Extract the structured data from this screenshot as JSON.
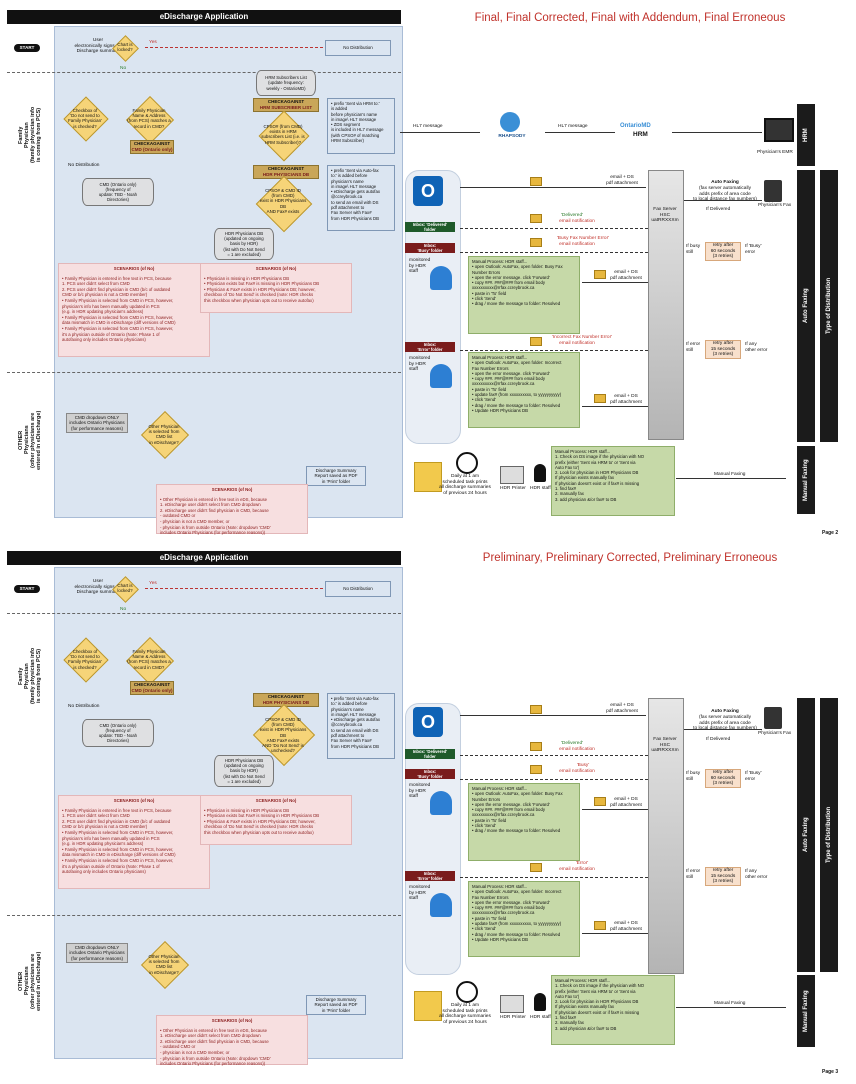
{
  "pages": [
    {
      "header": "eDischarge Application",
      "title": "Final, Final Corrected, Final with Addendum, Final Erroneous",
      "page_no": "Page 2",
      "variant": "final",
      "start": "START",
      "signs": "User\nelectronically signs-off\nDischarge summary",
      "chart_q": "Chart is\nlocked?",
      "no_dist": "No Distribution",
      "yes": "Yes",
      "no": "No",
      "family_label": "Family\nPhysician\n(family physician info\nis coming from PCS)",
      "other_label": "OTHER\nPhysicians\n(other physicians are\nentered in eDischarge)",
      "checkbox_q": "Checkbox of\n'Do not send to\nFamily Physician'\nis checked?",
      "name_q": "Family Physician\nName & Address\n(from PCS) matches a\nrecord in CMD?",
      "checkagainst": "CHECKAGAINST",
      "cmd_only": "CMD (Ontario only)",
      "cmd_cyl": "CMD (Ontario only)\n(frequency of\nupdate: TBD - Noah\nDirectories)",
      "hrm_list": "HRM Subscribers List\n(update frequency:\nweekly - OntarioMD)",
      "hrm_sub": "HRM SUBSCRIBER LIST",
      "cpso_q": "CPSO# (from CMD)\nexists in HRM\nsubscribers List (i.e. is\nHRM Subscriber)?",
      "hrm_note": "• prefix 'Sent via HRM to:'\n  is added\n  before physician's name\n  in image\\ HL7 message\n• ZDS segment\n  is included in HL7 message\n  (with CPSO# of matching\n  HRM Subscriber)",
      "hdr_db": "HDR PHYSICIANS DB",
      "cpso_fax_q": "CPSO# & CMD ID\n(from CMD)\nexist in HDR Physicians\nDB\nAND Fax# exists",
      "fax_note": "• prefix 'Sent via Auto-fax\n  to:' is added before\n  physician's name\n  in image\\ HL7 message\n• eDischarge gets autofax\n  @ccreybrook.ca\n  to send an email with DS\n  pdf attachment to\n  Fax Server with Fax#\n  from HDR Physicians DB",
      "hdr_cyl": "HDR Physicians DB\n(updated on ongoing\nbasis by HDR)\n(list with Do Not Send\n= 1 are excluded)",
      "scen1_title": "SCENARIOS (of No)",
      "scen1": "• Family Physician is entered in free text in PCS, because\n  1. PCS user didn't select from CMD\n  2. PCS user didn't find physician in CMD (b/c of outdated\n     CMD or b/c  physician is not a CMD member)\n• Family Physician is selected from CMD in PCS, however,\n  physician's info has been manually updated in PCS\n  (e.g. in HDR updating physician's address)\n• Family Physician is selected from CMD in PCS, however,\n  data mismatch in CMD in eDischarge (diff versions of CMD)\n• Family Physician is selected from CMD in PCS, however,\n  it's a physician outside of Ontario (Note: Phase 1 of\n  autofaxing only includes Ontario physicians)",
      "scen2_title": "SCENARIOS (of No)",
      "scen2": "• Physician is missing in HDR Physicians DB\n• Physician exists but Fax# is missing in HDR Physicians DB\n• Physician & Fax# exists in HDR Physicians DB; however,\n  checkbox of 'Do Not Send' is checked (note: HDR checks\n  this checkbox when  physician opts out to receive autofax)",
      "cmd_dropdown": "CMD dropdown ONLY\nincludes Ontario Physicians\n(for performance reasons)",
      "other_q": "Other Physician\nis selected from\nCMD list\nin eDischarge?",
      "scen3_title": "SCENARIOS (of No)",
      "scen3": "• Other Physician is entered in free text in eDS, because\n  1. eDischarge user didn't select from CMD dropdown\n  2. eDischarge user didn't find physician in CMD, because\n     - outdated CMD or\n     - physician is not a CMD member, or\n     - physician is from outside Ontario (Note: dropdown 'CMD'\n       includes Ontario Physicians (for performance reasons))",
      "ds_report": "Discharge Summary\nReport saved as PDF\nin 'Print' folder",
      "daily": "Daily at 1 am\nscheduled task prints\nall discharge  summaries\nof previous 24 hours",
      "hdr_printer": "HDR Printer",
      "hdr_staff": "HDR staff",
      "manual_print": "Manual Process: HDR staff...\n1. Check on DS image if the  physician with NO\n   prefix (either 'Sent via HRM to' or 'Sent via\n   Auto Fax to')\n2. Look for physician in HDR Physicians DB\n   If physician exists manually fax\n   If physician doesn't exist or if fax# is missing\n   1. find fax#\n   2. manually fax\n   3. add physician &/or fax# to DB",
      "hl7_1": "HL7 message",
      "hl7_2": "HL7 message",
      "rhapsody": "RHAPSODY",
      "omd": "OntarioMD",
      "hrm": "HRM",
      "emr": "Physician's EMR",
      "email_ds": "email + DS\npdf attachment",
      "fax_server": "Fax Server\nHSC\nuatRRXXXm",
      "auto_faxing_lbl": "Auto Faxing",
      "auto_faxing_desc": "(fax server automatically\nadds prefix of area code\nto local distance fax numbers)",
      "physician_fax": "Physician's Fax",
      "if_delivered": "If Delivered",
      "if_busy": "If busy\nstill",
      "retry1": "retry after\n60 seconds\n(3 retries)",
      "if_busy2": "If 'Busy'\nerror",
      "delivered": "'Delivered'",
      "notif1": "email notification",
      "busy_err": "'Busy Fax Number Error'",
      "notif2": "email notification",
      "inbox_deliv": "Inbox: 'Delivered'\nfolder",
      "inbox_busy": "Inbox:\n'Busy' folder",
      "inbox_err": "Inbox:\n'Error' folder",
      "monitored": "monitored\nby HDR\nstaff",
      "manual_busy": "Manual Process: HDR staff...\n• open Outlook: AutoFax, open folder: Busy Fax\n  Number Errors\n• open the error message. click 'Forward'\n• copy ###. ###@### from email body\n  xxxxxxxxxx@rrfax.ccreybrook.ca\n• paste in 'To' field\n• click 'Send'\n• drag / move the message to folder: Resolved",
      "email_ds2": "email + DS\npdf attachment",
      "incorrect_err": "'Incorrect Fax Number Error'",
      "notif3": "email notification",
      "if_error": "If error\nstill",
      "retry2": "retry after\n15 seconds\n(3 retries)",
      "if_any": "If any\nother error",
      "manual_err": "Manual Process: HDR staff...\n• open Outlook: AutoFax, open folder: Incorrect\n  Fax Number Errors\n• open the error message. click 'Forward'\n• copy ###. ###@### from email body\n  xxxxxxxxxx@rrfax.ccreybrook.ca\n• paste in 'To' field\n• update fax# (from xxxxxxxxxx, to yyyyyyyyyy)\n• click 'Send'\n• drag / move the message to folder: Resolved\n• Update HDR Physicians DB",
      "email_ds3": "email + DS\npdf attachment",
      "manual_faxing_lbl": "Manual Faxing",
      "side_hrm": "HRM",
      "side_auto": "Auto Faxing",
      "side_manual": "Manual Faxing",
      "type_of_dist": "Type of Distribution"
    },
    {
      "header": "eDischarge Application",
      "title": "Preliminary, Preliminary Corrected, Preliminary Erroneous",
      "page_no": "Page 3",
      "variant": "prelim",
      "start": "START",
      "signs": "User\nelectronically signs-off\nDischarge summary",
      "chart_q": "Chart is\nlocked?",
      "no_dist": "No Distribution",
      "yes": "Yes",
      "no": "No",
      "family_label": "Family\nPhysician\n(family physician info\nis coming from PCS)",
      "other_label": "OTHER\nPhysicians\n(other physicians are\nentered in eDischarge)",
      "checkbox_q": "Checkbox of\n'Do not send to\nFamily Physician'\nis checked?",
      "name_q": "Family Physician\nName & Address\n(from PCS) matches a\nrecord in CMD?",
      "checkagainst": "CHECKAGAINST",
      "cmd_only": "CMD (Ontario only)",
      "cmd_cyl": "CMD (Ontario only)\n(frequency of\nupdate: TBD - Noah\nDirectories)",
      "hrm_list": "",
      "hrm_sub": "",
      "cpso_q": "",
      "hrm_note": "",
      "hdr_db": "HDR PHYSICIANS DB",
      "cpso_fax_q": "CPSO# & CMD ID\n(from CMD)\nexist in HDR Physicians\nDB\nAND Fax# exists\nAND 'Do Not Send' is\nunchecked?",
      "fax_note": "• prefix 'Sent via Auto-fax\n  to:' is added before\n  physician's name\n  in image\\ HL7 message\n• eDischarge gets autofax\n  @ccreybrook.ca\n  to send an email with DS\n  pdf attachment to\n  Fax Server with Fax#\n  from HDR Physicians DB",
      "hdr_cyl": "HDR Physicians DB\n(updated on ongoing\nbasis by HDR)\n(list with Do Not Send\n= 1 are excluded)",
      "scen1_title": "SCENARIOS (of No)",
      "scen1": "• Family Physician is entered in free text in PCS, because\n  1. PCS user didn't select from CMD\n  2. PCS user didn't find physician in CMD (b/c of outdated\n     CMD or b/c  physician is not a CMD member)\n• Family Physician is selected from CMD in PCS, however,\n  physician's info has been manually updated in PCS\n  (e.g. in HDR updating physician's address)\n• Family Physician is selected from CMD in PCS, however,\n  data mismatch in CMD in eDischarge (diff versions of CMD)\n• Family Physician is selected from CMD in PCS, however,\n  it's a physician outside of Ontario (Note: Phase 1 of\n  autofaxing only includes Ontario physicians)",
      "scen2_title": "SCENARIOS (of No)",
      "scen2": "• Physician is missing in HDR Physicians DB\n• Physician exists but Fax# is missing in HDR Physicians DB\n• Physician & Fax# exists in HDR Physicians DB; however,\n  checkbox of 'Do Not Send' is checked (note: HDR checks\n  this checkbox when  physician opts out to receive autofax)",
      "cmd_dropdown": "CMD dropdown ONLY\nincludes Ontario Physicians\n(for performance reasons)",
      "other_q": "Other Physician\nis selected from\nCMD list\nin eDischarge?",
      "scen3_title": "SCENARIOS (of No)",
      "scen3": "• Other Physician is entered in free text in eDS, because\n  1. eDischarge user didn't select from CMD dropdown\n  2. eDischarge user didn't find physician in CMD, because\n     - outdated CMD or\n     - physician is not a CMD member, or\n     - physician is from outside Ontario (Note: dropdown 'CMD'\n       includes Ontario Physicians (for performance reasons))",
      "ds_report": "Discharge Summary\nReport saved as PDF\nin 'Print' folder",
      "daily": "Daily at 1 am\nscheduled task prints\nall discharge  summaries\nof previous 24 hours",
      "hdr_printer": "HDR Printer",
      "hdr_staff": "HDR staff",
      "manual_print": "Manual Process: HDR staff...\n1. Check on DS image if the  physician with NO\n   prefix (either 'Sent via HRM to' or 'Sent via\n   Auto Fax to')\n2. Look for physician in HDR Physicians DB\n   If physician exists manually fax\n   If physician doesn't exist or if fax# is missing\n   1. find fax#\n   2. manually fax\n   3. add physician &/or fax# to DB",
      "hl7_1": "",
      "hl7_2": "",
      "rhapsody": "",
      "omd": "",
      "hrm": "",
      "emr": "",
      "email_ds": "email + DS\npdf attachment",
      "fax_server": "Fax Server\nHSC\nuatRRXXXm",
      "auto_faxing_lbl": "Auto Faxing",
      "auto_faxing_desc": "(fax server automatically\nadds prefix of area code\nto local distance fax numbers)",
      "physician_fax": "Physician's Fax",
      "if_delivered": "If Delivered",
      "if_busy": "If busy\nstill",
      "retry1": "retry after\n60 seconds\n(3 retries)",
      "if_busy2": "If 'Busy'\nerror",
      "delivered": "'Delivered'",
      "notif1": "email notification",
      "busy_err": "'Busy'",
      "notif2": "email notification",
      "inbox_deliv": "Inbox: 'Delivered'\nfolder",
      "inbox_busy": "Inbox:\n'Busy' folder",
      "inbox_err": "Inbox:\n'Error' folder",
      "monitored": "monitored\nby HDR\nstaff",
      "manual_busy": "Manual Process: HDR staff...\n• open Outlook: AutoFax, open folder: Busy Fax\n  Number Errors\n• open the error message. click 'Forward'\n• copy ###. ###@### from email body\n  xxxxxxxxxx@rrfax.ccreybrook.ca\n• paste in 'To' field\n• click 'Send'\n• drag / move the message to folder: Resolved",
      "email_ds2": "email + DS\npdf attachment",
      "incorrect_err": "'Error'",
      "notif3": "email notification",
      "if_error": "If error\nstill",
      "retry2": "retry after\n15 seconds\n(3 retries)",
      "if_any": "If any\nother error",
      "manual_err": "Manual Process: HDR staff...\n• open Outlook: AutoFax, open folder: Incorrect\n  Fax Number Errors\n• open the error message. click 'Forward'\n• copy ###. ###@### from email body\n  xxxxxxxxxx@rrfax.ccreybrook.ca\n• paste in 'To' field\n• update fax# (from xxxxxxxxxx, to yyyyyyyyyy)\n• click 'Send'\n• drag / move the message to folder: Resolved\n• Update HDR Physicians DB",
      "email_ds3": "email + DS\npdf attachment",
      "manual_faxing_lbl": "Manual Faxing",
      "side_hrm": "",
      "side_auto": "Auto Faxing",
      "side_manual": "Manual Faxing",
      "type_of_dist": "Type of Distribution"
    }
  ],
  "colors": {
    "title_red": "#c0322b",
    "panel_blue": "#dbe5f1",
    "decision_gold": "#f6d478",
    "note_green": "#c6d9a8",
    "scenario_pink": "#f7dfe0"
  }
}
